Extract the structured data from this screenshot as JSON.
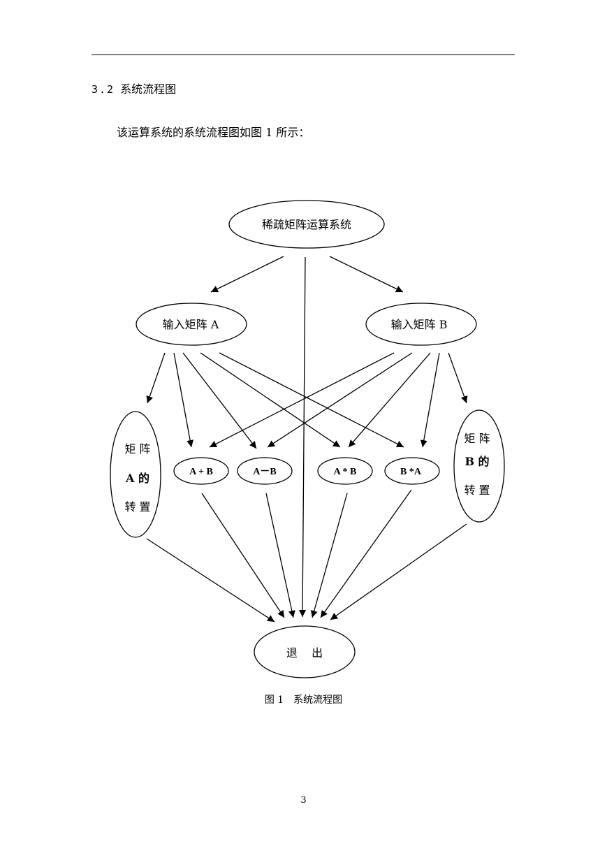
{
  "section": {
    "number": "3.2",
    "title": "系统流程图"
  },
  "paragraph": "该运算系统的系统流程图如图 1 所示：",
  "nodes": {
    "root": "稀疏矩阵运算系统",
    "input_a": "输入矩阵 A",
    "input_b": "输入矩阵 B",
    "transpose_a": [
      "矩 阵",
      "A 的",
      "转 置"
    ],
    "add": "A + B",
    "sub": "A－B",
    "mul_ab": "A * B",
    "mul_ba": "B *A",
    "transpose_b": [
      "矩 阵",
      "B 的",
      "转 置"
    ],
    "exit": "退    出"
  },
  "figure_caption": {
    "label": "图 1",
    "title": "系统流程图"
  },
  "page_number": "3"
}
